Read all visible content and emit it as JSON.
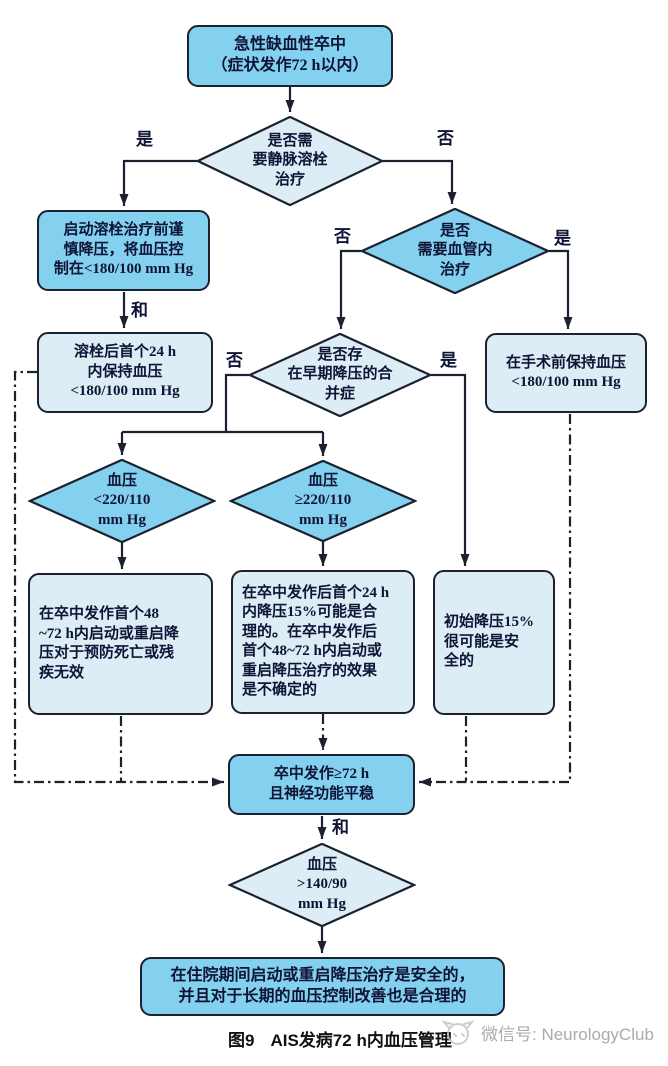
{
  "colors": {
    "node_fill_medium": "#84d0ef",
    "node_fill_light": "#dcedf6",
    "stroke": "#1c2130",
    "text": "#0f1335",
    "caption_text": "#111111",
    "watermark_text": "#ababab",
    "background": "#ffffff"
  },
  "nodes": {
    "start": {
      "lines": [
        "急性缺血性卒中",
        "（症状发作72 h以内）"
      ]
    },
    "ivt": {
      "lines": [
        "是否需",
        "要静脉溶栓",
        "治疗"
      ]
    },
    "pre_lysis": {
      "lines": [
        "启动溶栓治疗前谨",
        "慎降压，将血压控",
        "制在<180/100 mm Hg"
      ]
    },
    "post_lysis": {
      "lines": [
        "溶栓后首个24 h",
        "内保持血压",
        "<180/100 mm Hg"
      ]
    },
    "evt": {
      "lines": [
        "是否",
        "需要血管内",
        "治疗"
      ]
    },
    "surgery": {
      "lines": [
        "在手术前保持血压",
        "<180/100 mm Hg"
      ]
    },
    "comorbidity": {
      "lines": [
        "是否存",
        "在早期降压的合",
        "并症"
      ]
    },
    "bp_low": {
      "lines": [
        "血压",
        "<220/110",
        "mm Hg"
      ]
    },
    "bp_high": {
      "lines": [
        "血压",
        "≥220/110",
        "mm Hg"
      ]
    },
    "result_left": {
      "lines": [
        "在卒中发作首个48",
        "~72 h内启动或重启降",
        "压对于预防死亡或残",
        "疾无效"
      ]
    },
    "result_mid": {
      "lines": [
        "在卒中发作后首个24 h",
        "内降压15%可能是合",
        "理的。在卒中发作后",
        "首个48~72 h内启动或",
        "重启降压治疗的效果",
        "是不确定的"
      ]
    },
    "result_right": {
      "lines": [
        "初始降压15%",
        "很可能是安",
        "全的"
      ]
    },
    "stable": {
      "lines": [
        "卒中发作≥72 h",
        "且神经功能平稳"
      ]
    },
    "bp_final": {
      "lines": [
        "血压",
        ">140/90",
        "mm Hg"
      ]
    },
    "final": {
      "lines": [
        "在住院期间启动或重启降压治疗是安全的，",
        "并且对于长期的血压控制改善也是合理的"
      ]
    }
  },
  "edge_labels": {
    "yes_ivt": "是",
    "no_ivt": "否",
    "and_1": "和",
    "no_evt": "否",
    "yes_evt": "是",
    "no_comorb": "否",
    "yes_comorb": "是",
    "and_2": "和"
  },
  "caption": {
    "figure_no": "图9",
    "title": "AIS发病72 h内血压管理"
  },
  "watermark": {
    "label": "微信号: NeurologyClub"
  }
}
